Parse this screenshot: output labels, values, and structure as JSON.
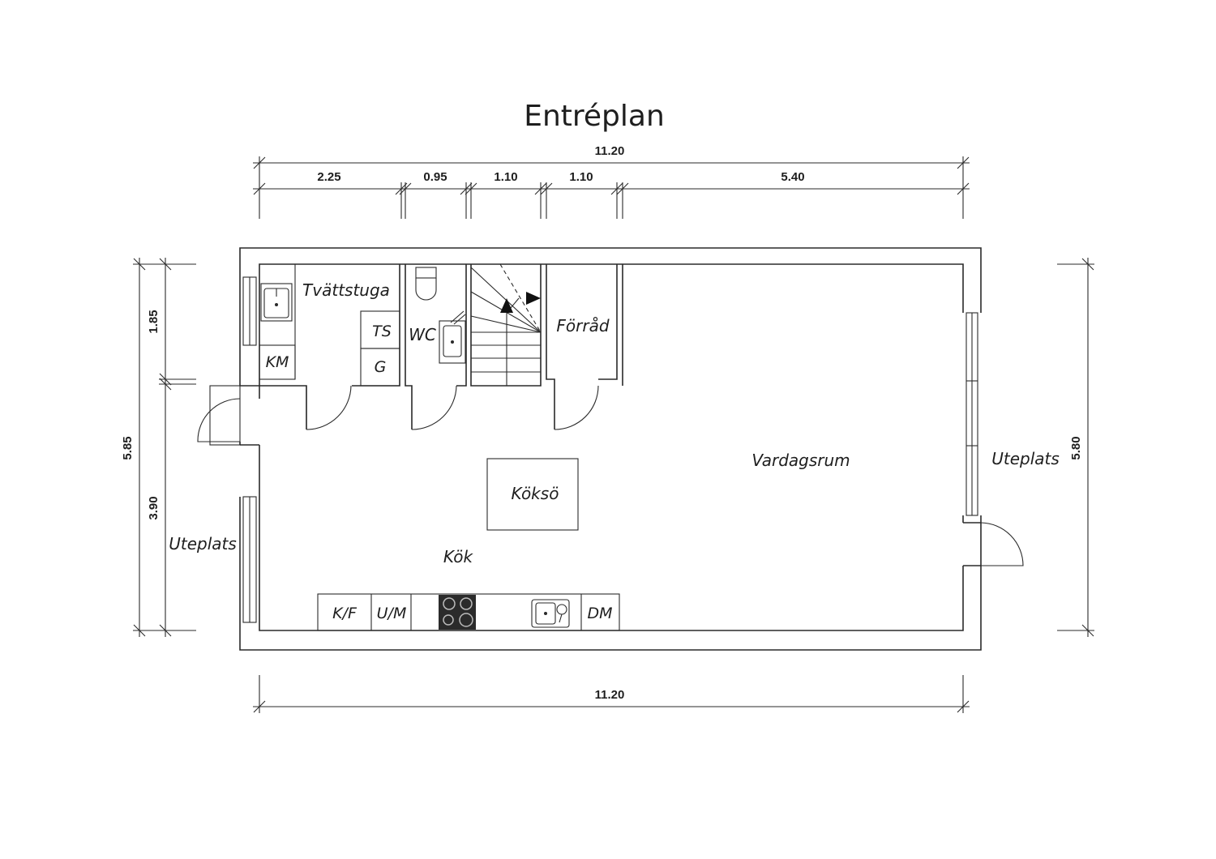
{
  "title": "Entréplan",
  "dimensions": {
    "top_total": "11.20",
    "top_segments": [
      "2.25",
      "0.95",
      "1.10",
      "1.10",
      "5.40"
    ],
    "bottom_total": "11.20",
    "left_total": "5.85",
    "left_upper": "1.85",
    "left_lower": "3.90",
    "right_total": "5.80"
  },
  "rooms": {
    "laundry": "Tvättstuga",
    "wc": "WC",
    "storage": "Förråd",
    "living": "Vardagsrum",
    "kitchen": "Kök",
    "island": "Köksö",
    "patio_left": "Uteplats",
    "patio_right": "Uteplats"
  },
  "fixtures": {
    "washer": "KM",
    "dryer": "TS",
    "g": "G",
    "fridge": "K/F",
    "oven": "U/M",
    "dishwasher": "DM"
  }
}
